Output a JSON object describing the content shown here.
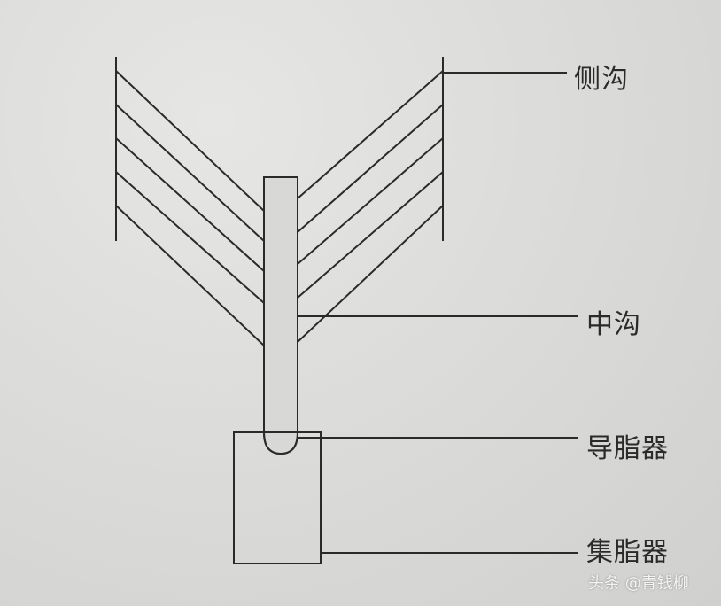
{
  "labels": {
    "side_groove": "侧沟",
    "middle_groove": "中沟",
    "grease_guide": "导脂器",
    "grease_collector": "集脂器"
  },
  "watermark": "头条 @青钱柳",
  "colors": {
    "background": "#d9d9d7",
    "ink": "#2a2a2a"
  }
}
